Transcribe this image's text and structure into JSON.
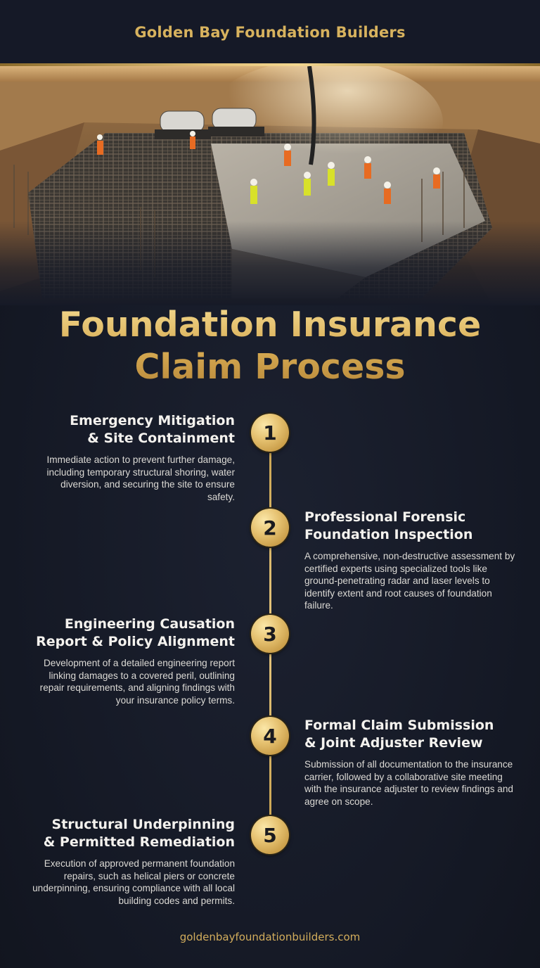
{
  "header": {
    "brand": "Golden Bay Foundation Builders"
  },
  "title": {
    "line1": "Foundation Insurance",
    "line2": "Claim Process"
  },
  "steps": [
    {
      "number": "1",
      "title_line1": "Emergency Mitigation",
      "title_line2": "& Site Containment",
      "description": "Immediate action to prevent further damage, including temporary structural shoring, water diversion, and securing the site to ensure safety."
    },
    {
      "number": "2",
      "title_line1": "Professional Forensic",
      "title_line2": "Foundation Inspection",
      "description": "A comprehensive, non-destructive assessment by certified experts using specialized tools like ground-penetrating radar and laser levels to identify extent and root causes of foundation failure."
    },
    {
      "number": "3",
      "title_line1": "Engineering Causation",
      "title_line2": "Report & Policy Alignment",
      "description": "Development of a detailed engineering report linking damages to a covered peril, outlining repair requirements, and aligning findings with your insurance policy terms."
    },
    {
      "number": "4",
      "title_line1": "Formal Claim Submission",
      "title_line2": "& Joint Adjuster Review",
      "description": "Submission of all documentation to the insurance carrier, followed by a collaborative site meeting with the insurance adjuster to review findings and agree on scope."
    },
    {
      "number": "5",
      "title_line1": "Structural Underpinning",
      "title_line2": "& Permitted Remediation",
      "description": "Execution of approved permanent foundation repairs, such as helical piers or concrete underpinning, ensuring compliance with all local building codes and permits."
    }
  ],
  "footer": {
    "url": "goldenbayfoundationbuilders.com"
  },
  "colors": {
    "background": "#161a26",
    "gold": "#d7b25e",
    "text": "#f4f2ee"
  }
}
